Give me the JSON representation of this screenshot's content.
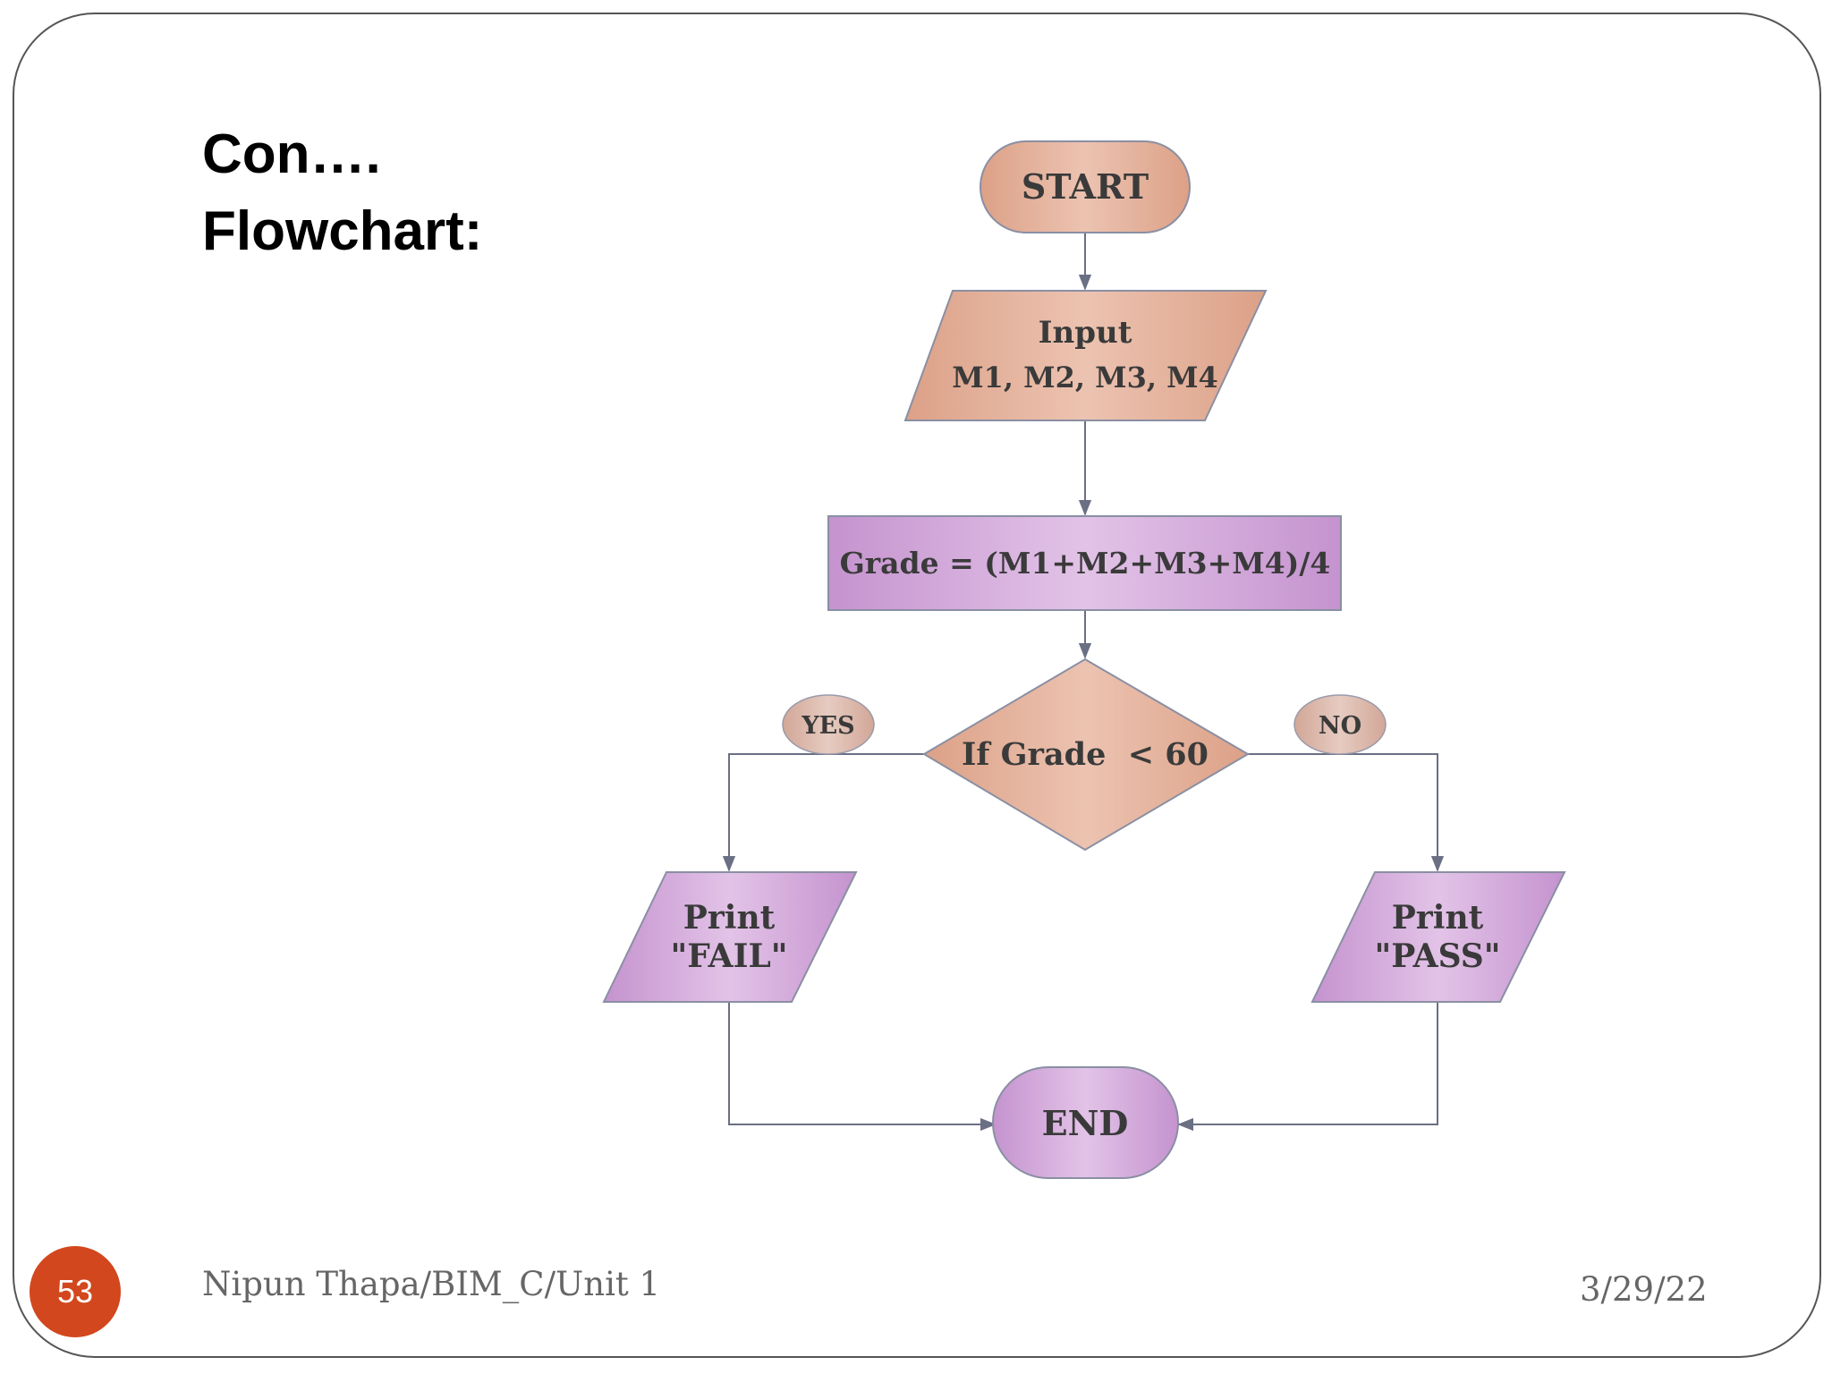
{
  "slide": {
    "title_line1": "Con….",
    "title_line2": "Flowchart:",
    "slide_number": "53",
    "footer_author": "Nipun Thapa/BIM_C/Unit 1",
    "footer_date": "3/29/22"
  },
  "flowchart": {
    "start": "START",
    "input_line1": "Input",
    "input_line2": "M1, M2, M3, M4",
    "process": "Grade = (M1+M2+M3+M4)/4",
    "decision": "If Grade  < 60",
    "yes_label": "YES",
    "no_label": "NO",
    "fail_line1": "Print",
    "fail_line2": "\"FAIL\"",
    "pass_line1": "Print",
    "pass_line2": "\"PASS\"",
    "end": "END"
  },
  "colors": {
    "peach": "#e3ad95",
    "purple": "#cfa6d7",
    "badge": "#d9b4a6",
    "connector": "#6b6f84",
    "slide_number_bg": "#d2471d"
  }
}
